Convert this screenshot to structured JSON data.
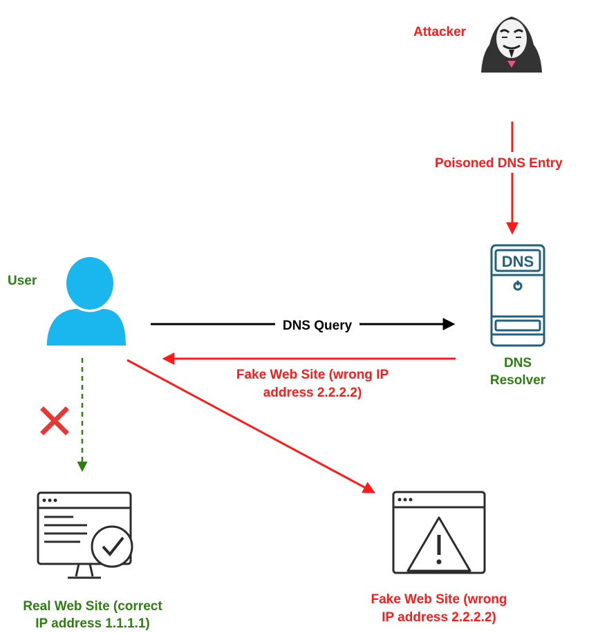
{
  "nodes": {
    "attacker": {
      "label": "Attacker",
      "icon": "hacker-icon"
    },
    "user": {
      "label": "User",
      "icon": "user-icon"
    },
    "dns_resolver": {
      "label_line1": "DNS",
      "label_line2": "Resolver",
      "icon": "dns-server-icon",
      "screen_text": "DNS"
    },
    "real_site": {
      "label_line1": "Real Web Site (correct",
      "label_line2": "IP address 1.1.1.1)",
      "icon": "website-check-icon"
    },
    "fake_site": {
      "label_line1": "Fake Web Site (wrong",
      "label_line2": "IP address 2.2.2.2)",
      "icon": "website-warning-icon"
    }
  },
  "edges": {
    "poisoned_entry": "Poisoned DNS Entry",
    "dns_query": "DNS Query",
    "fake_response_line1": "Fake Web Site (wrong IP",
    "fake_response_line2": "address 2.2.2.2)"
  },
  "colors": {
    "attack": "#ff1a1a",
    "normal": "#2e7d12",
    "query": "#000000",
    "user_icon": "#1ab6ee",
    "server": "#1f5f7f",
    "blocked": "#e53935"
  }
}
